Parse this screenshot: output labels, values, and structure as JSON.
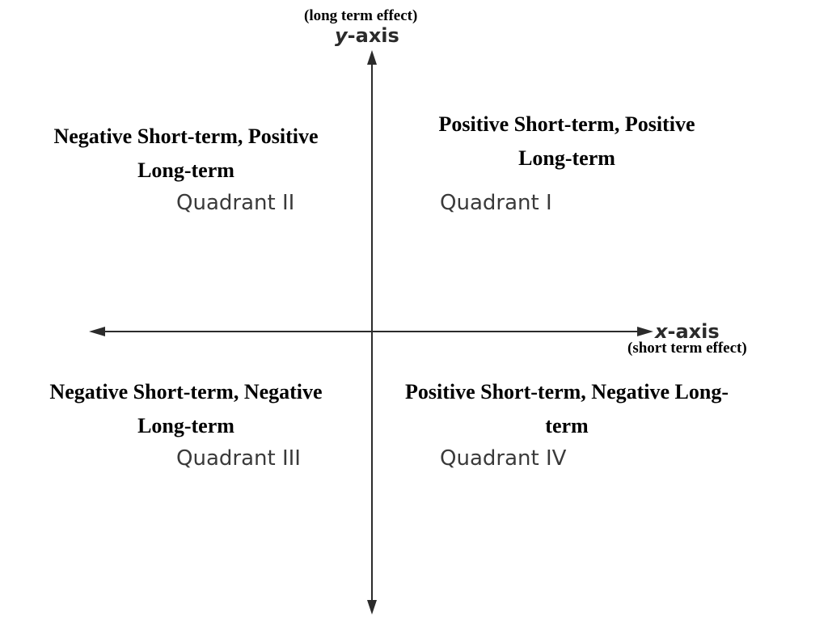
{
  "y_axis": {
    "variable": "y",
    "suffix": "-axis",
    "note": "(long term effect)"
  },
  "x_axis": {
    "variable": "x",
    "suffix": "-axis",
    "note": "(short term effect)"
  },
  "quadrants": {
    "q1": {
      "line1": "Positive Short-term, Positive",
      "line2": "Long-term",
      "label": "Quadrant I"
    },
    "q2": {
      "line1": "Negative Short-term, Positive",
      "line2": "Long-term",
      "label": "Quadrant II"
    },
    "q3": {
      "line1": "Negative Short-term, Negative",
      "line2": "Long-term",
      "label": "Quadrant III"
    },
    "q4": {
      "line1": "Positive Short-term, Negative Long-",
      "line2": "term",
      "label": "Quadrant IV"
    }
  },
  "colors": {
    "axis_line": "#2b2b2b",
    "text": "#000000",
    "label": "#3a3a3a"
  }
}
